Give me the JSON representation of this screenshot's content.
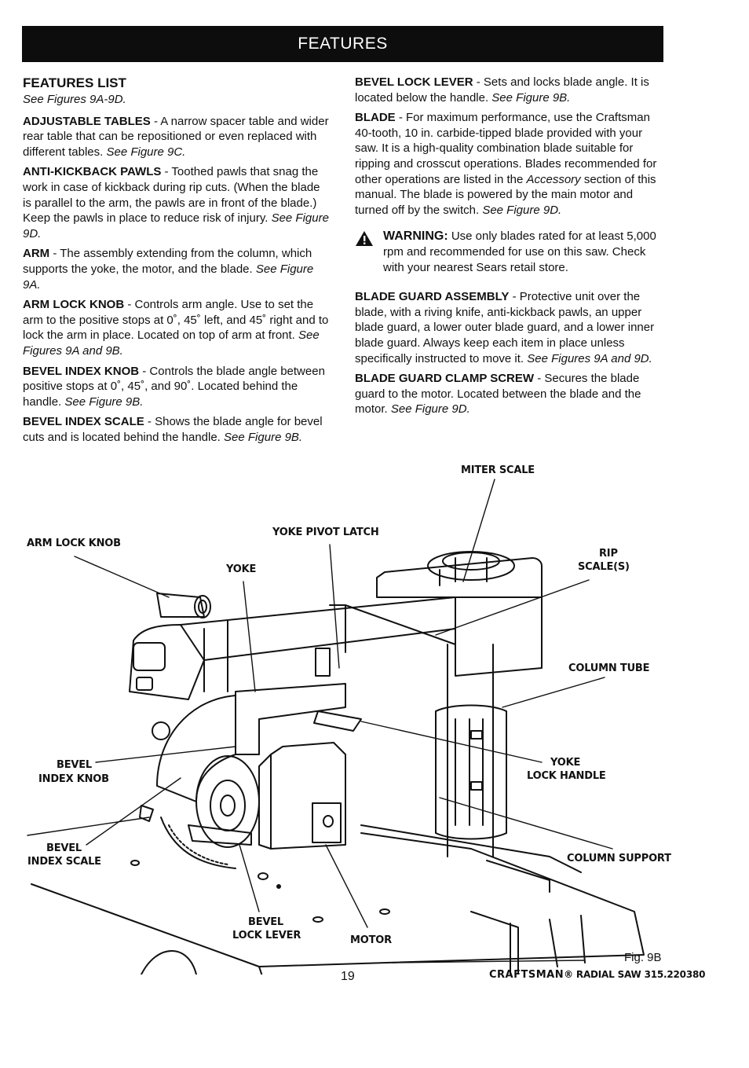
{
  "banner": {
    "title": "FEATURES"
  },
  "left": {
    "heading": "FEATURES LIST",
    "subheading": "See Figures 9A-9D.",
    "entries": [
      {
        "term": "ADJUSTABLE TABLES",
        "text": " - A narrow spacer table and wider rear table that can be repositioned or even replaced with different tables. ",
        "ref": "See Figure 9C."
      },
      {
        "term": "ANTI-KICKBACK PAWLS",
        "text": " - Toothed pawls that snag the work in case of kickback during rip cuts. (When the blade is parallel to the arm, the pawls are in front of the blade.) Keep the pawls in place to reduce risk of injury. ",
        "ref": "See  Figure 9D."
      },
      {
        "term": "ARM",
        "text": " - The assembly extending from the column, which supports the yoke, the motor, and the blade. ",
        "ref": "See Figure 9A."
      },
      {
        "term": "ARM LOCK KNOB",
        "text": " - Controls arm angle. Use to set the arm to the positive stops at 0˚, 45˚ left, and 45˚ right and to lock the arm in place. Located on top of arm at front. ",
        "ref": "See Figures 9A and 9B."
      },
      {
        "term": "BEVEL INDEX KNOB",
        "text": " - Controls the blade angle between positive stops at 0˚, 45˚, and 90˚. Located behind the handle. ",
        "ref": "See Figure 9B."
      },
      {
        "term": "BEVEL INDEX SCALE",
        "text": " - Shows the blade angle for bevel cuts and is located behind the handle. ",
        "ref": "See Figure 9B."
      }
    ]
  },
  "right": {
    "entries_top": [
      {
        "term": "BEVEL LOCK LEVER",
        "text": " - Sets and locks blade angle. It is located below the handle. ",
        "ref": "See Figure 9B."
      },
      {
        "term": "BLADE",
        "text": " - For maximum performance, use the Craftsman 40-tooth, 10 in. carbide-tipped blade provided with your saw. It is a high-quality combination blade suitable for ripping and crosscut operations. Blades recommended for other operations are listed in the ",
        "ref_mid": "Accessory",
        "text2": " section of this manual. The blade is powered by the main motor and turned off by the switch. ",
        "ref": "See Figure 9D."
      }
    ],
    "warning": {
      "title": "WARNING:",
      "text": " Use only blades rated for at least 5,000 rpm and recommended for use on this saw. Check with your nearest Sears retail store."
    },
    "entries_bottom": [
      {
        "term": "BLADE GUARD ASSEMBLY",
        "text": " - Protective unit over the blade, with a riving knife, anti-kickback pawls, an upper blade guard, a lower outer blade guard, and a lower inner blade guard. Always keep each item in place unless specifically instructed to move it. ",
        "ref": "See Figures 9A and 9D."
      },
      {
        "term": "BLADE GUARD CLAMP SCREW",
        "text": " - Secures the blade guard to the motor. Located between the blade and the motor. ",
        "ref": "See Figure 9D."
      }
    ]
  },
  "figure": {
    "callouts": {
      "miter_scale": "MITER SCALE",
      "yoke_pivot_latch": "YOKE PIVOT LATCH",
      "arm_lock_knob": "ARM LOCK KNOB",
      "rip_scales_1": "RIP",
      "rip_scales_2": "SCALE(S)",
      "yoke": "YOKE",
      "column_tube": "COLUMN TUBE",
      "bevel_index_knob_1": "BEVEL",
      "bevel_index_knob_2": "INDEX KNOB",
      "yoke_lock_handle_1": "YOKE",
      "yoke_lock_handle_2": "LOCK HANDLE",
      "bevel_index_scale_1": "BEVEL",
      "bevel_index_scale_2": "INDEX SCALE",
      "column_support": "COLUMN SUPPORT",
      "bevel_lock_lever_1": "BEVEL",
      "bevel_lock_lever_2": "LOCK LEVER",
      "motor": "MOTOR"
    },
    "fig_label": "Fig. 9B"
  },
  "footer": {
    "page_number": "19",
    "brand": "CRAFTSMAN",
    "mark": "®",
    "product": " RADIAL SAW 315.220380"
  }
}
